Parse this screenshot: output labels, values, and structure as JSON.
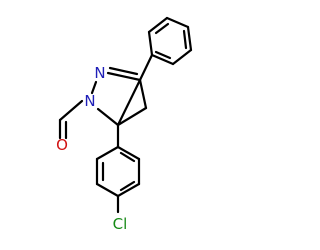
{
  "molecule": {
    "atoms": {
      "n1": {
        "symbol": "N",
        "color": "#1f1fb8"
      },
      "n2": {
        "symbol": "N",
        "color": "#1f1fb8"
      },
      "o": {
        "symbol": "O",
        "color": "#d11212"
      },
      "cl": {
        "symbol": "Cl",
        "color": "#168a16"
      }
    },
    "bond_color": "#000000"
  }
}
